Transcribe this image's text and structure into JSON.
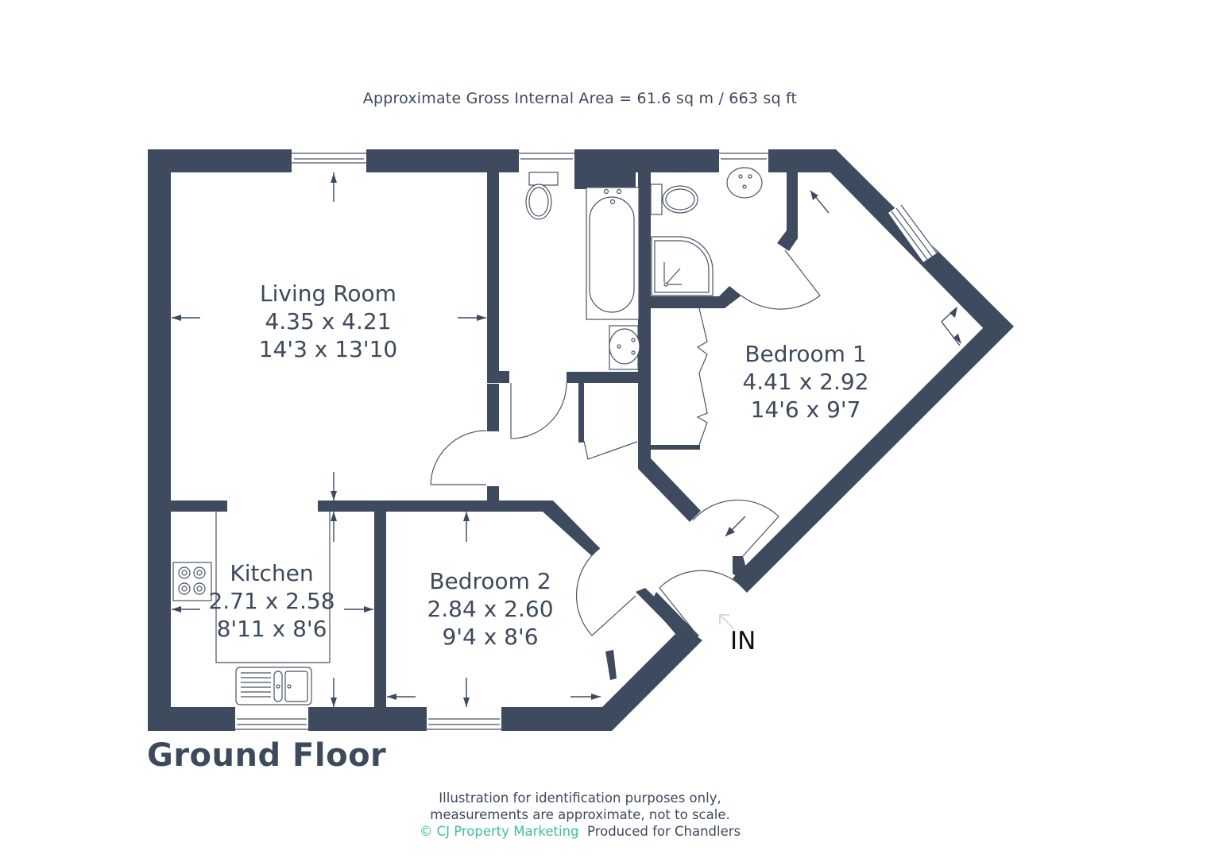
{
  "header": {
    "gross_area": "Approximate Gross Internal Area = 61.6 sq m / 663 sq ft"
  },
  "rooms": [
    {
      "name": "Living Room",
      "metric": "4.35 x 4.21",
      "imperial": "14'3 x 13'10"
    },
    {
      "name": "Bedroom 1",
      "metric": "4.41 x 2.92",
      "imperial": "14'6 x 9'7"
    },
    {
      "name": "Kitchen",
      "metric": "2.71 x 2.58",
      "imperial": "8'11 x 8'6"
    },
    {
      "name": "Bedroom 2",
      "metric": "2.84 x 2.60",
      "imperial": "9'4 x 8'6"
    }
  ],
  "entrance": {
    "label": "IN",
    "icon": "entrance-arrow-icon"
  },
  "floor": {
    "name": "Ground Floor"
  },
  "footer": {
    "line1": "Illustration for identification purposes only,",
    "line2": "measurements are approximate, not to scale.",
    "brand": "© CJ Property Marketing",
    "produced_for": "Produced for Chandlers"
  },
  "colors": {
    "wall": "#3e4a5e",
    "text": "#3d4a5c",
    "brand": "#3bbf9a",
    "background": "#ffffff"
  }
}
